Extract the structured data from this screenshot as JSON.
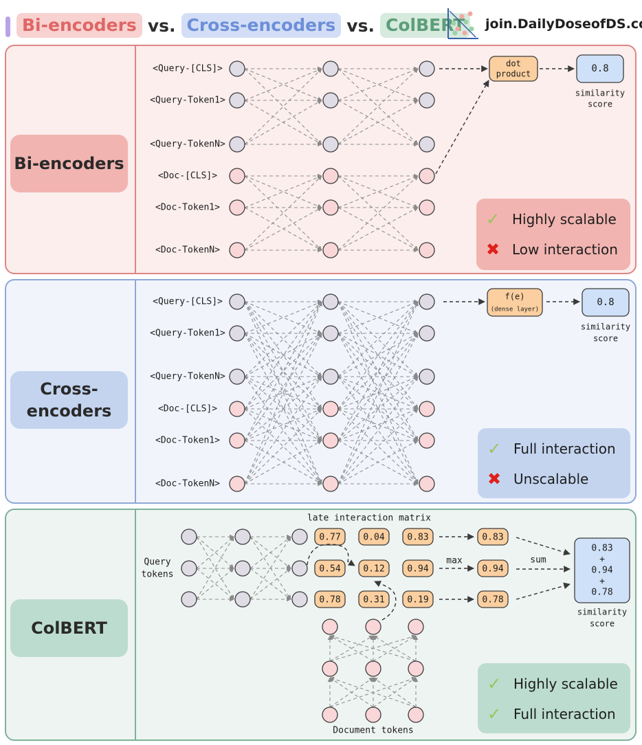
{
  "header": {
    "title_bi": "Bi-encoders",
    "vs1": "vs.",
    "title_cross": "Cross-encoders",
    "vs2": "vs.",
    "title_colbert": "ColBERT",
    "brand": "join.DailyDoseofDS.com",
    "logo_icon": "scatter-plot-icon"
  },
  "colors": {
    "query_node": "#e0dce6",
    "doc_node": "#f9d6d8",
    "orange_box": "#fbcf9f",
    "blue_box": "#cfe1f8",
    "check": "#9bc35b",
    "cross": "#e0201a"
  },
  "bi": {
    "label": "Bi-encoders",
    "tokens": [
      "<Query-[CLS]>",
      "<Query-Token1>",
      "<Query-TokenN>",
      "<Doc-[CLS]>",
      "<Doc-Token1>",
      "<Doc-TokenN>"
    ],
    "op": [
      "dot",
      "product"
    ],
    "score": "0.8",
    "score_caption": [
      "similarity",
      "score"
    ],
    "props": [
      {
        "icon": "check-icon",
        "text": "Highly scalable"
      },
      {
        "icon": "cross-icon",
        "text": "Low interaction"
      }
    ]
  },
  "cross": {
    "label": "Cross-encoders",
    "label_lines": [
      "Cross-",
      "encoders"
    ],
    "tokens": [
      "<Query-[CLS]>",
      "<Query-Token1>",
      "<Query-TokenN>",
      "<Doc-[CLS]>",
      "<Doc-Token1>",
      "<Doc-TokenN>"
    ],
    "op": [
      "f(e)",
      "(dense layer)"
    ],
    "score": "0.8",
    "score_caption": [
      "similarity",
      "score"
    ],
    "props": [
      {
        "icon": "check-icon",
        "text": "Full interaction"
      },
      {
        "icon": "cross-icon",
        "text": "Unscalable"
      }
    ]
  },
  "colbert": {
    "label": "ColBERT",
    "query_label": [
      "Query",
      "tokens"
    ],
    "doc_label": "Document tokens",
    "matrix_title": "late interaction matrix",
    "matrix": [
      [
        "0.77",
        "0.04",
        "0.83"
      ],
      [
        "0.54",
        "0.12",
        "0.94"
      ],
      [
        "0.78",
        "0.31",
        "0.19"
      ]
    ],
    "max_label": "max",
    "max_values": [
      "0.83",
      "0.94",
      "0.78"
    ],
    "sum_label": "sum",
    "sum_lines": [
      "0.83",
      "+",
      "0.94",
      "+",
      "0.78"
    ],
    "score_caption": [
      "similarity",
      "score"
    ],
    "props": [
      {
        "icon": "check-icon",
        "text": "Highly scalable"
      },
      {
        "icon": "check-icon",
        "text": "Full interaction"
      }
    ]
  }
}
